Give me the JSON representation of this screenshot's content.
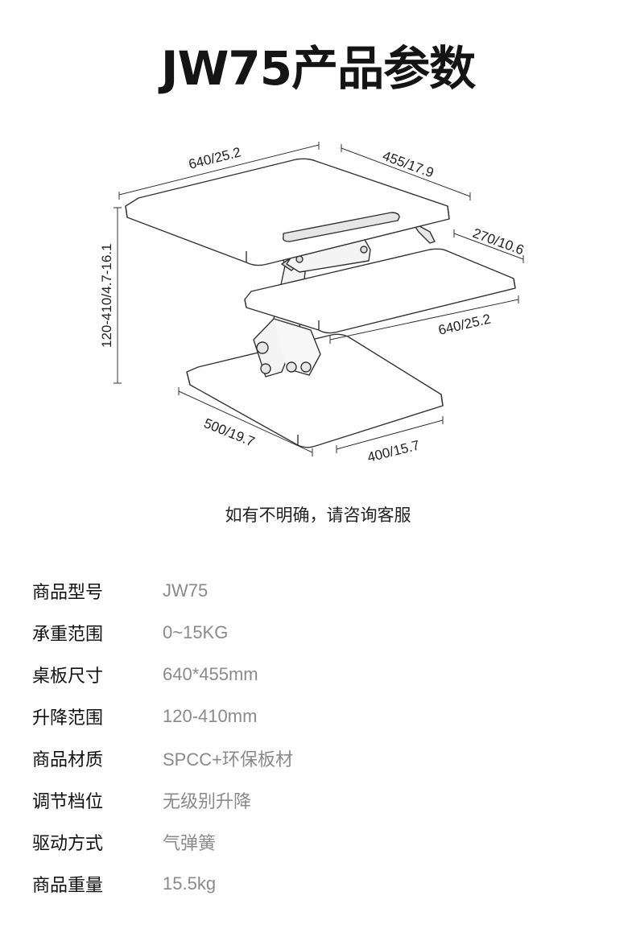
{
  "title": "JW75产品参数",
  "diagram": {
    "top_width": "640/25.2",
    "top_depth": "455/17.9",
    "keyboard_depth": "270/10.6",
    "keyboard_width": "640/25.2",
    "height_range": "120-410/4.7-16.1",
    "base_width": "500/19.7",
    "base_depth": "400/15.7"
  },
  "note": "如有不明确，请咨询客服",
  "specs": [
    {
      "label": "商品型号",
      "value": "JW75"
    },
    {
      "label": "承重范围",
      "value": "0~15KG"
    },
    {
      "label": "桌板尺寸",
      "value": "640*455mm"
    },
    {
      "label": "升降范围",
      "value": "120-410mm"
    },
    {
      "label": "商品材质",
      "value": "SPCC+环保板材"
    },
    {
      "label": "调节档位",
      "value": "无级别升降"
    },
    {
      "label": "驱动方式",
      "value": "气弹簧"
    },
    {
      "label": "商品重量",
      "value": "15.5kg"
    }
  ]
}
